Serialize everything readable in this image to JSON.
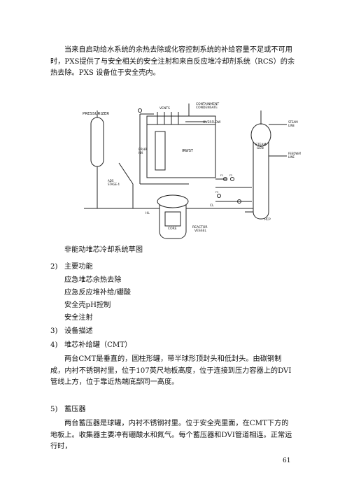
{
  "intro": "当来自启动给水系统的余热去除或化容控制系统的补给容量不足或不可用时，PXS提供了与安全相关的安全注射和来自反应堆冷却剂系统（RCS）的余热去除。PXS 设备位于安全壳内。",
  "diagram": {
    "pressurizer": "PRESSURIZER",
    "vents": "VENTS",
    "containment_condensate": "CONTAINMENT\nCONDENSATE",
    "overflow": "OVERFLOW",
    "steam_line": "STEAM\nLINE",
    "feedwater_line": "FEEDWATER\nLINE",
    "steam_gen": "STEAM\nGEN",
    "prhr_hx": "PRHR\nHX",
    "irwst": "IRWST",
    "ads_stage4": "ADS\nSTAGE 4",
    "hl": "HL",
    "cl": "CL",
    "core": "CORE",
    "reactor_vessel": "REACTOR\nVESSEL",
    "rcp": "RCP",
    "valve_labels": [
      "F2",
      "F1",
      "F3"
    ]
  },
  "caption": "非能动堆芯冷却系统草图",
  "sections": [
    {
      "num": "2)",
      "title": "主要功能"
    },
    {
      "num": "3)",
      "title": "设备描述"
    },
    {
      "num": "4)",
      "title": "堆芯补给罐（CMT）"
    },
    {
      "num": "5)",
      "title": "蓄压器"
    }
  ],
  "functions": [
    "应急堆芯余热去除",
    "应急反应堆补给/硼酸",
    "安全壳pH控制",
    "安全注射"
  ],
  "cmt_text": "两台CMT是垂直的，圆柱形罐，带半球形顶封头和低封头。由碳钢制成，内衬不锈钢衬里，位于107英尺地板高度，位于连接到压力容器上的DVI管线上方，位于靠近热端底部同一高度。",
  "acc_text": "两台蓄压器是球罐，内衬不锈钢衬里。位于安全壳里面，在CMT下方的地板上。收集器主要冲有硼酸水和氮气。每个蓄压器和DVI管道相连。正常运行时，",
  "page_number": "61"
}
